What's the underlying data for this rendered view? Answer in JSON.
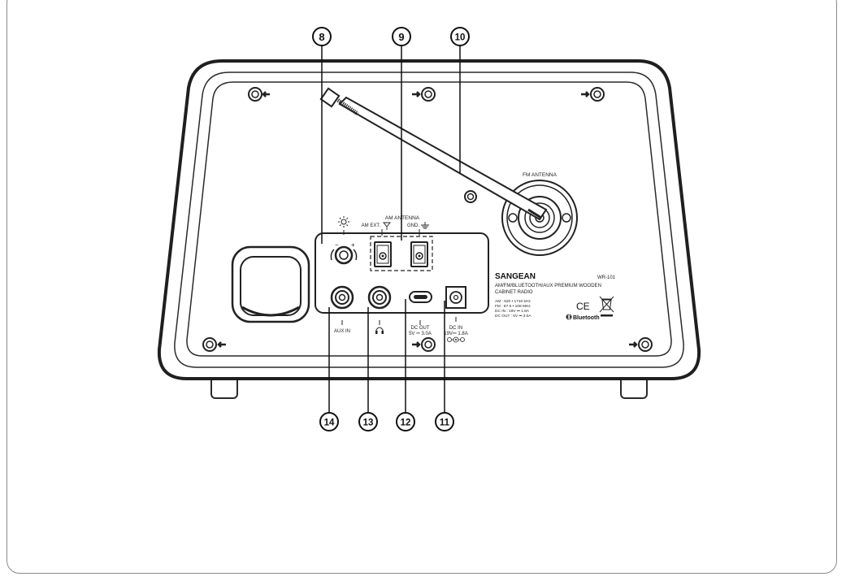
{
  "brand": "SANGEAN",
  "model": "WR-101",
  "product_line1": "AM/FM/BLUETOOTH/AUX PREMIUM WOODEN",
  "product_line2": "CABINET RADIO",
  "specs": [
    "AM : 520 • 1710 kHz",
    "FM : 87.5 • 108  MHz",
    "DC IN : 19V ⎓ 1.8A",
    "DC OUT : 5V ⎓ 3.0A"
  ],
  "ce_mark": "CE",
  "bluetooth_mark": "Bluetooth",
  "fm_antenna_label": "FM ANTENNA",
  "am_antenna_label": "AM ANTENNA",
  "am_ext_label": "AM EXT.",
  "gnd_label": "GND.",
  "aux_in_label": "AUX IN",
  "dc_out_label1": "DC OUT",
  "dc_out_label2": "5V ⎓ 3.0A",
  "dc_in_label1": "DC IN",
  "dc_in_label2": "19V⎓ 1.8A",
  "callouts": [
    "8",
    "9",
    "10",
    "14",
    "13",
    "12",
    "11"
  ],
  "icons": {
    "dimmer": "sun-icon",
    "headphone": "headphone-icon",
    "antenna": "antenna-icon",
    "ground": "ground-icon",
    "weee": "crossed-bin-icon",
    "polarity": "polarity-icon"
  }
}
